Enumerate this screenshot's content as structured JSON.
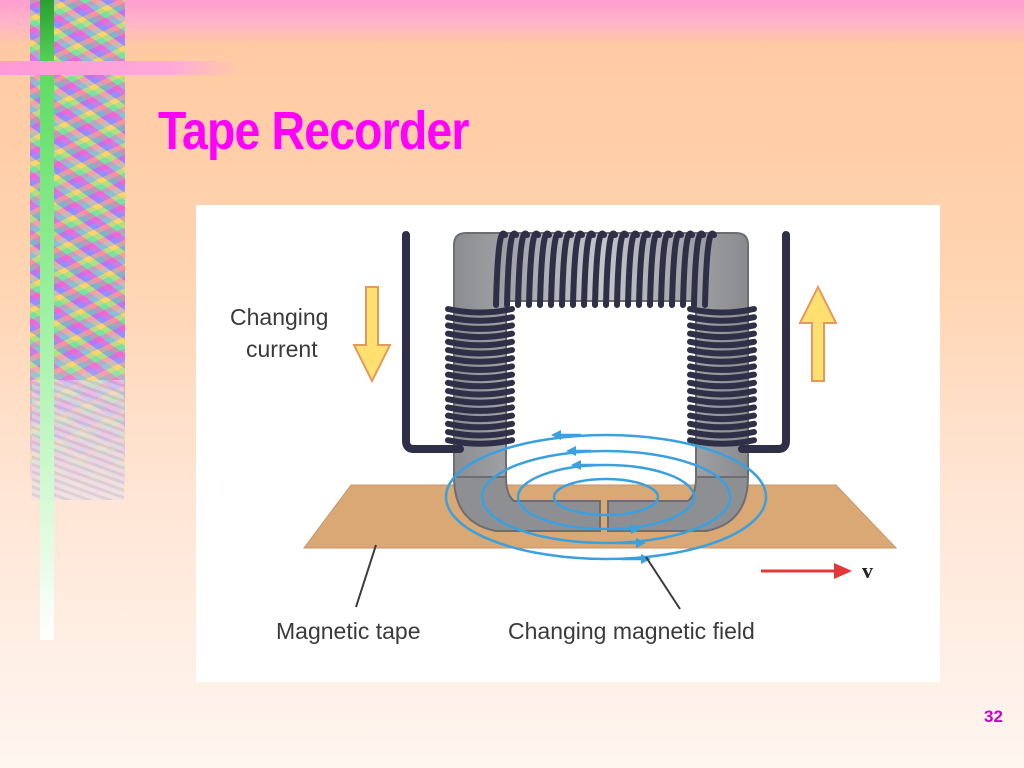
{
  "slide": {
    "title": "Tape Recorder",
    "page_number": "32"
  },
  "figure": {
    "labels": {
      "changing_current_line1": "Changing",
      "changing_current_line2": "current",
      "magnetic_tape": "Magnetic tape",
      "changing_magnetic_field": "Changing magnetic field",
      "velocity": "v"
    },
    "colors": {
      "tape": "#d9a874",
      "field_lines": "#3aa0e0",
      "core": "#8f9094",
      "coil": "#2f3048",
      "current_arrow": "#ffe070",
      "velocity_arrow": "#e23838"
    }
  }
}
